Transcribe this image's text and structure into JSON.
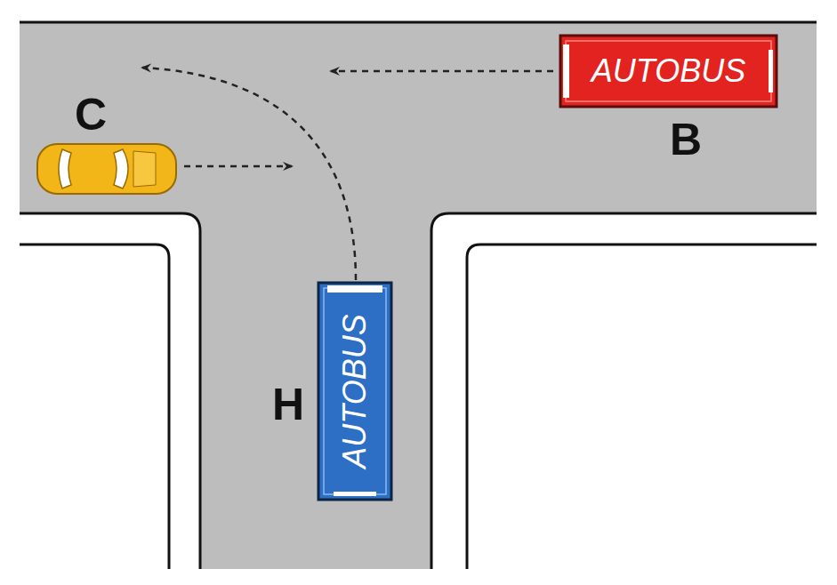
{
  "diagram": {
    "nodes": [
      {
        "text": [
          "AUTOBUS"
        ]
      },
      {
        "text": [
          "AUTOBUS"
        ]
      }
    ],
    "labels": [
      "B",
      "C",
      "H"
    ]
  }
}
